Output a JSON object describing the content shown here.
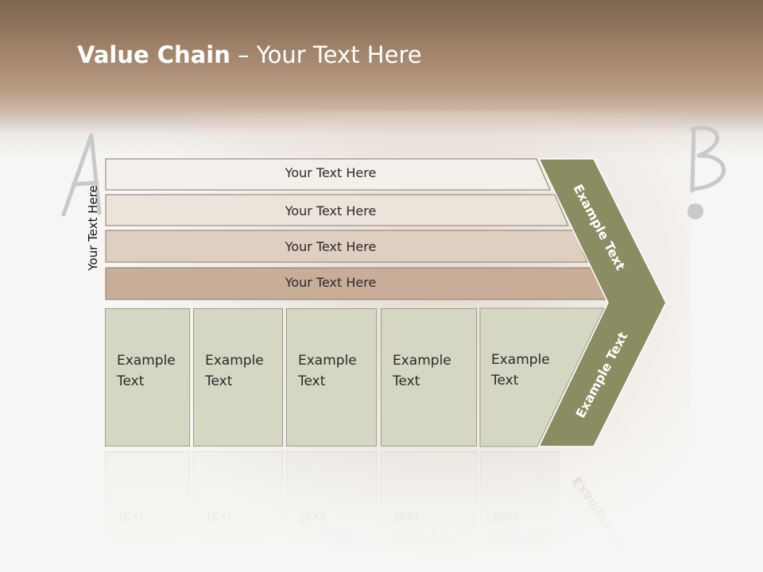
{
  "title": {
    "bold": "Value Chain",
    "rest": " – Your Text Here"
  },
  "side_label": "Your Text Here",
  "bars": [
    {
      "label": "Your Text Here",
      "color": "#f3f0ec"
    },
    {
      "label": "Your Text Here",
      "color": "#ece3da"
    },
    {
      "label": "Your Text Here",
      "color": "#dfcfc1"
    },
    {
      "label": "Your Text Here",
      "color": "#c8ad99"
    }
  ],
  "boxes": [
    {
      "label": "Example Text"
    },
    {
      "label": "Example Text"
    },
    {
      "label": "Example Text"
    },
    {
      "label": "Example Text"
    },
    {
      "label": "Example Text"
    }
  ],
  "chevron": {
    "upper_label": "Example Text",
    "lower_label": "Example Text",
    "color": "#8a8d62"
  },
  "decor": {
    "letter_a": "A",
    "letter_b": "B"
  },
  "colors": {
    "box_fill": "#d6d7c3",
    "box_border": "#9d9e8b",
    "bar_border": "#8a7a6c"
  }
}
